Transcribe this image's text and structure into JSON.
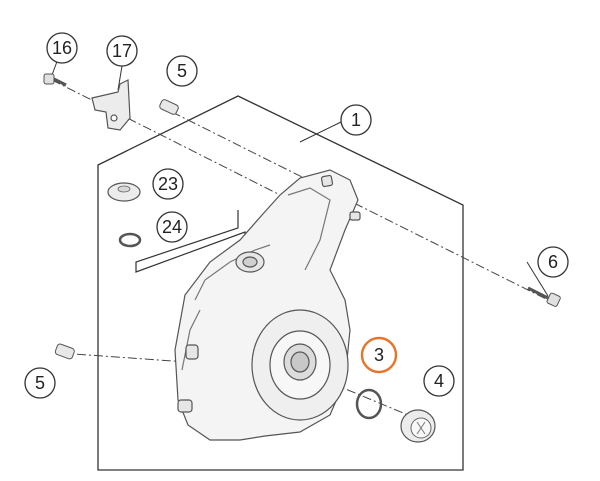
{
  "diagram": {
    "colors": {
      "line": "#333333",
      "part_fill": "#f4f4f4",
      "part_stroke": "#555555",
      "highlight": "#e8742a"
    },
    "callouts": {
      "c1": "1",
      "c3": "3",
      "c4": "4",
      "c5a": "5",
      "c5b": "5",
      "c6": "6",
      "c16": "16",
      "c17": "17",
      "c23": "23",
      "c24": "24"
    },
    "highlighted_callout": "3"
  }
}
